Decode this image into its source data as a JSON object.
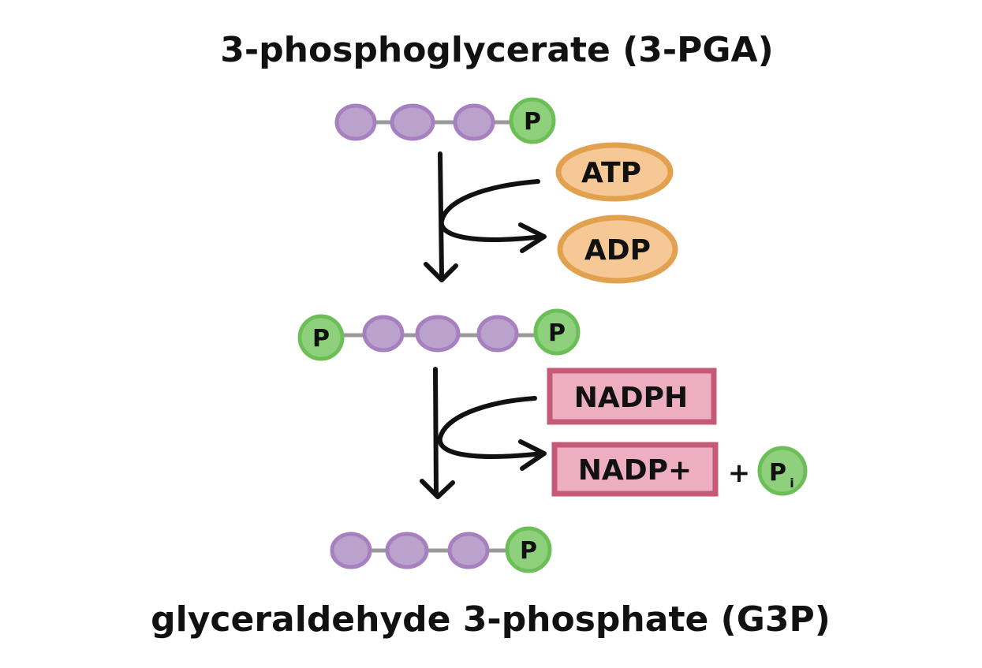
{
  "diagram": {
    "top_title": "3-phosphoglycerate (3-PGA)",
    "bottom_title": "glyceraldehyde 3-phosphate (G3P)",
    "phosphate_label": "P",
    "step1": {
      "input": "ATP",
      "output": "ADP"
    },
    "step2": {
      "input": "NADPH",
      "output": "NADP+",
      "plus": "+",
      "pi_main": "P",
      "pi_sub": "i"
    }
  },
  "colors": {
    "carbon_fill": "#bba2cc",
    "carbon_stroke": "#a680bf",
    "phosphate_fill": "#8ed07c",
    "phosphate_stroke": "#6cbf57",
    "atp_fill": "#f6c895",
    "atp_stroke": "#e2a14f",
    "nadph_fill": "#eeaec2",
    "nadph_stroke": "#c45a76",
    "line": "#111111",
    "bond": "#9a9a9a"
  }
}
